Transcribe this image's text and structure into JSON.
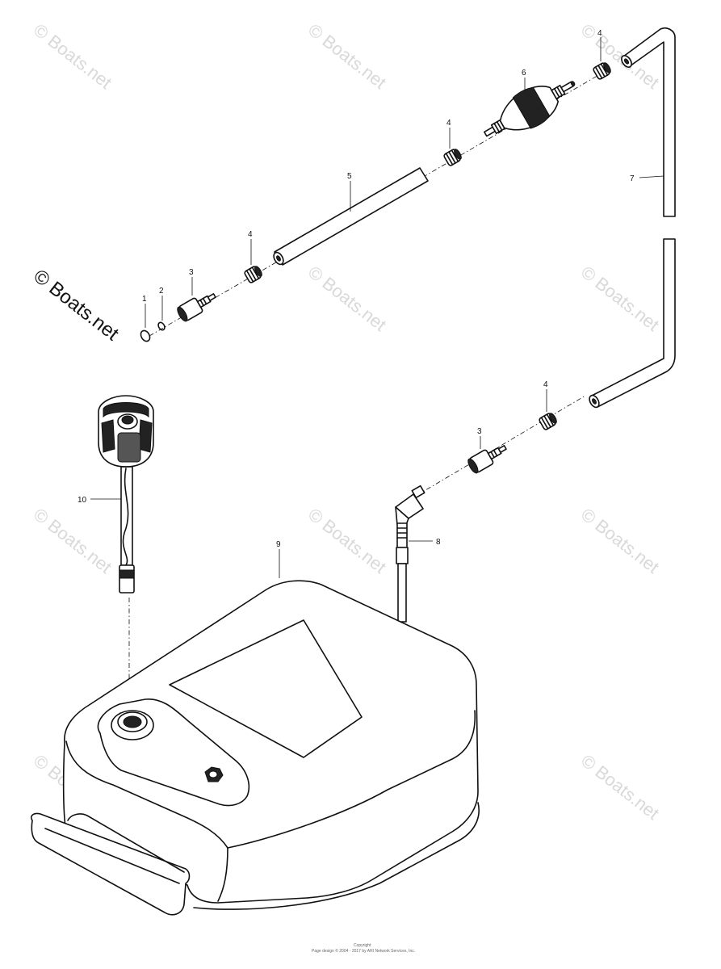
{
  "watermark": {
    "text": "© Boats.net",
    "copyright_line1": "Copyright",
    "copyright_line2": "Page design © 2004 - 2017 by ARI Network Services, Inc."
  },
  "callouts": [
    {
      "id": "c1",
      "label": "1"
    },
    {
      "id": "c2",
      "label": "2"
    },
    {
      "id": "c3a",
      "label": "3"
    },
    {
      "id": "c4a",
      "label": "4"
    },
    {
      "id": "c5",
      "label": "5"
    },
    {
      "id": "c4b",
      "label": "4"
    },
    {
      "id": "c6",
      "label": "6"
    },
    {
      "id": "c4c",
      "label": "4"
    },
    {
      "id": "c7",
      "label": "7"
    },
    {
      "id": "c4d",
      "label": "4"
    },
    {
      "id": "c3b",
      "label": "3"
    },
    {
      "id": "c8",
      "label": "8"
    },
    {
      "id": "c9",
      "label": "9"
    },
    {
      "id": "c10",
      "label": "10"
    }
  ],
  "colors": {
    "ink": "#111111",
    "watermark": "#d9d9d9",
    "background": "#ffffff"
  }
}
